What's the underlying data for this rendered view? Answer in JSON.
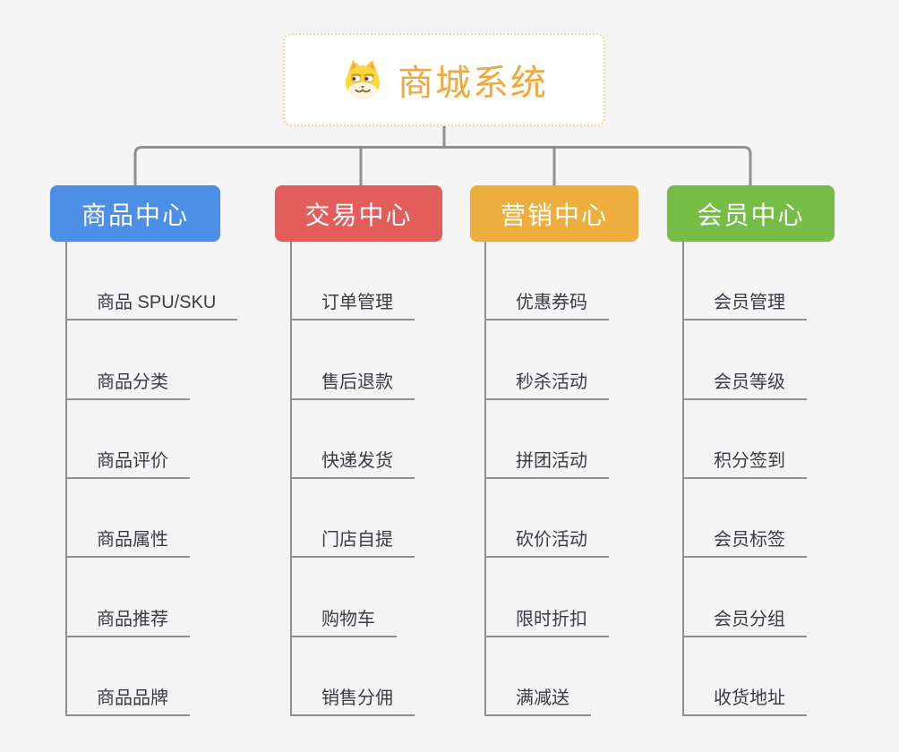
{
  "root": {
    "title": "商城系统",
    "icon": "dog-face-icon"
  },
  "colors": {
    "canvas_background": "#f5f5f6",
    "connector_line": "#909090",
    "root_title_text": "#f0a73e",
    "root_border": "#f3d6a0",
    "branch_text": "#ffffff",
    "child_text": "#3b3b44"
  },
  "branches": [
    {
      "label": "商品中心",
      "color": "#4c8fe6",
      "children": [
        "商品 SPU/SKU",
        "商品分类",
        "商品评价",
        "商品属性",
        "商品推荐",
        "商品品牌"
      ]
    },
    {
      "label": "交易中心",
      "color": "#e35d5b",
      "children": [
        "订单管理",
        "售后退款",
        "快递发货",
        "门店自提",
        "购物车",
        "销售分佣"
      ]
    },
    {
      "label": "营销中心",
      "color": "#eeae3e",
      "children": [
        "优惠券码",
        "秒杀活动",
        "拼团活动",
        "砍价活动",
        "限时折扣",
        "满减送"
      ]
    },
    {
      "label": "会员中心",
      "color": "#75bd45",
      "children": [
        "会员管理",
        "会员等级",
        "积分签到",
        "会员标签",
        "会员分组",
        "收货地址"
      ]
    }
  ]
}
